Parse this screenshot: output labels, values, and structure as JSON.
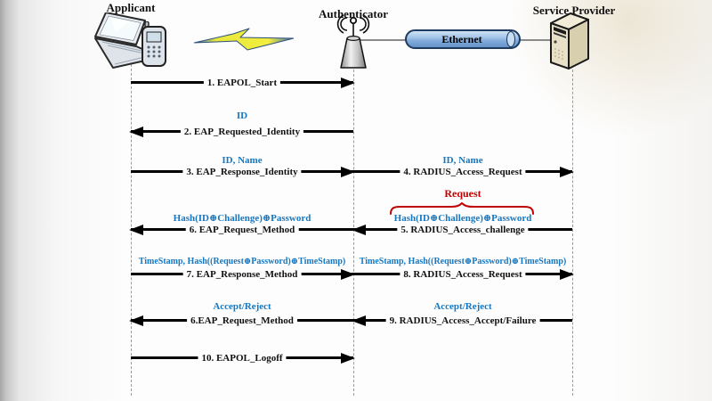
{
  "actors": {
    "applicant": {
      "label": "Applicant"
    },
    "authenticator": {
      "label": "Authenticator"
    },
    "service_provider": {
      "label": "Service Provider"
    }
  },
  "network": {
    "ethernet_label": "Ethernet"
  },
  "annotations": {
    "request_brace_label": "Request"
  },
  "messages": {
    "m1": {
      "label": "1. EAPOL_Start",
      "direction": "right"
    },
    "m2": {
      "payload": "ID",
      "label": "2. EAP_Requested_Identity",
      "direction": "left"
    },
    "m3": {
      "payload": "ID, Name",
      "label": "3. EAP_Response_Identity",
      "direction": "right"
    },
    "m4": {
      "payload": "ID, Name",
      "label": "4. RADIUS_Access_Request",
      "direction": "right"
    },
    "m5": {
      "payload": "Hash(ID⊕Challenge)⊕Password",
      "label": "5. RADIUS_Access_challenge",
      "direction": "left"
    },
    "m6": {
      "payload": "Hash(ID⊕Challenge)⊕Password",
      "label": "6. EAP_Request_Method",
      "direction": "left"
    },
    "m7": {
      "payload": "TimeStamp, Hash((Request⊕Password)⊕TimeStamp)",
      "label": "7. EAP_Response_Method",
      "direction": "right"
    },
    "m8": {
      "payload": "TimeStamp, Hash((Request⊕Password)⊕TimeStamp)",
      "label": "8. RADIUS_Access_Request",
      "direction": "right"
    },
    "m9": {
      "payload": "Accept/Reject",
      "label": "6.EAP_Request_Method",
      "direction": "left"
    },
    "m10": {
      "payload": "Accept/Reject",
      "label": "9. RADIUS_Access_Accept/Failure",
      "direction": "left"
    },
    "m11": {
      "label": "10. EAPOL_Logoff",
      "direction": "right"
    }
  },
  "colors": {
    "payload_blue": "#1777c0",
    "annotation_red": "#c00000",
    "arrow_black": "#000000",
    "ethernet_fill": "#8fb8e0"
  }
}
